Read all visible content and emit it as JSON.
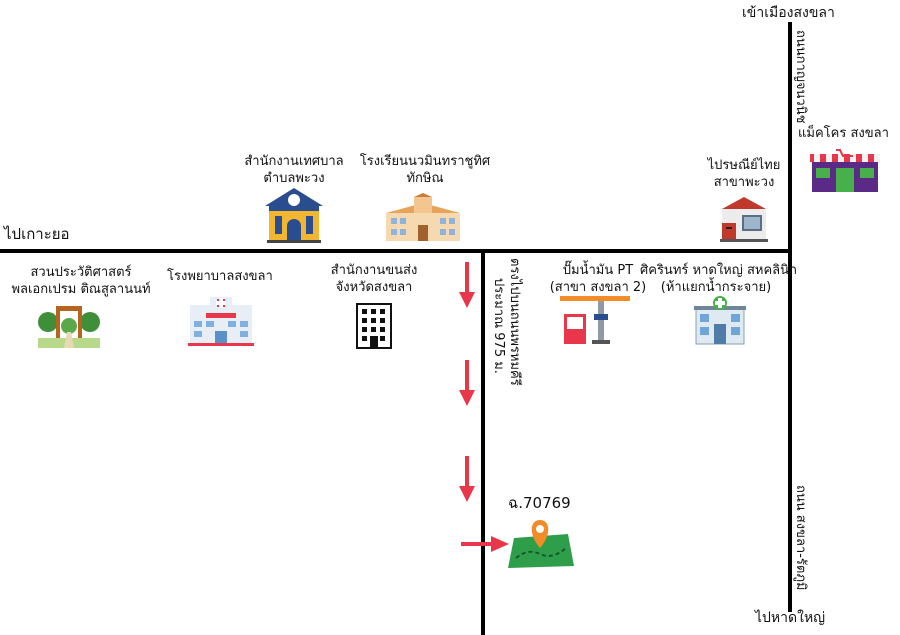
{
  "roads": {
    "main_horizontal_west": "ไปเกาะยอ",
    "east_road_north": "เข้าเมืองสงขลา",
    "east_road_south": "ไปหาดใหญ่",
    "east_road_name_north": "ถนนกาญจนวนิช",
    "east_road_name_south": "ถนน สงขลา-รัตภูมิ"
  },
  "route": {
    "note_line1": "ตรงไปบนถนนพรหมคีรี",
    "note_line2": "ประมาณ 975 ม.",
    "destination_code": "ฉ.70769",
    "arrow_color": "#e8364a"
  },
  "landmarks": {
    "municipality": {
      "line1": "สำนักงานเทศบาล",
      "line2": "ตำบลพะวง",
      "icon": "municipal-building-icon"
    },
    "school": {
      "line1": "โรงเรียนนวมินทราชูทิศ",
      "line2": "ทักษิณ",
      "icon": "school-icon"
    },
    "post_office": {
      "line1": "ไปรษณีย์ไทย",
      "line2": "สาขาพะวง",
      "icon": "post-office-icon"
    },
    "makro": {
      "line1": "แม็คโคร สงขลา",
      "icon": "store-icon"
    },
    "park": {
      "line1": "สวนประวัติศาสตร์",
      "line2": "พลเอกเปรม ติณสูลานนท์",
      "icon": "park-icon"
    },
    "hospital": {
      "line1": "โรงพยาบาลสงขลา",
      "icon": "hospital-icon"
    },
    "transport_office": {
      "line1": "สำนักงานขนส่ง",
      "line2": "จังหวัดสงขลา",
      "icon": "office-building-icon"
    },
    "gas_station": {
      "line1": "ปั๊มน้ำมัน PT",
      "line2": "(สาขา สงขลา 2)",
      "icon": "gas-station-icon"
    },
    "clinic": {
      "line1": "ศิครินทร์ หาดใหญ่ สหคลินิก",
      "line2": "(ห้าแยกน้ำกระจาย)",
      "icon": "clinic-icon"
    }
  }
}
